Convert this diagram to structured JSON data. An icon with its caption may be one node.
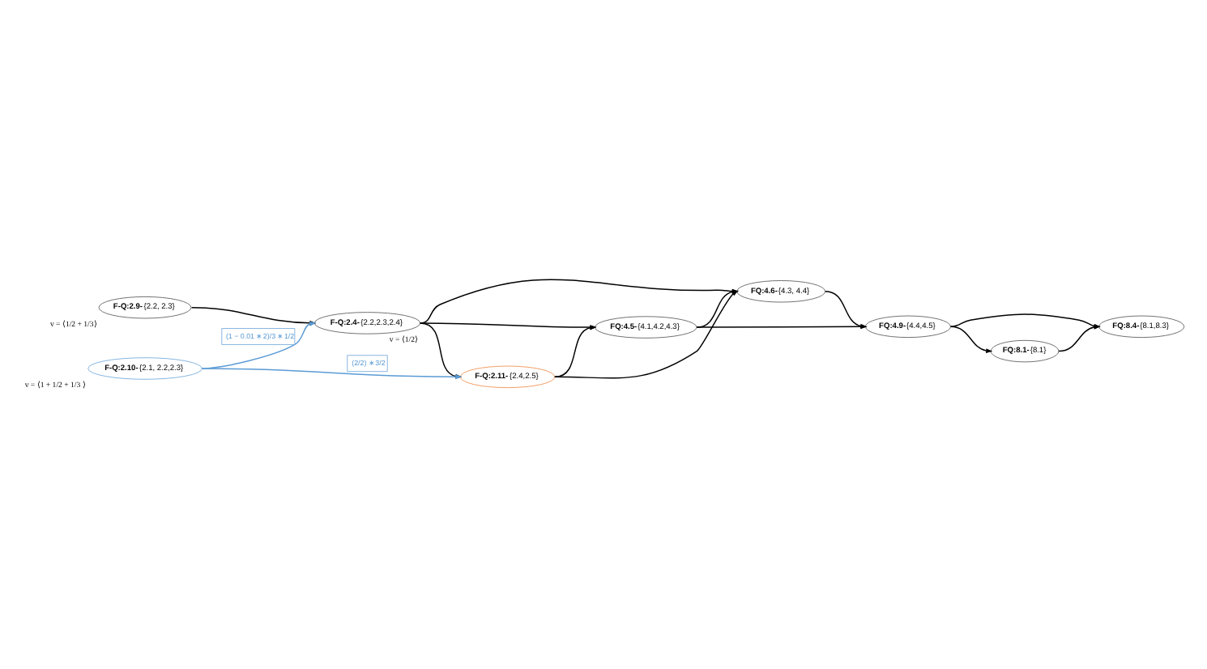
{
  "diagram": {
    "nodes": [
      {
        "text": [
          "**F-Q:2.4-**{2.2,2.3,2.4}"
        ],
        "beside": [
          "v = ⟨1/2⟩"
        ]
      },
      {
        "text": [
          "**FQ:4.5-**{4.1,4.2,4.3}"
        ]
      },
      {
        "text": [
          "**F-Q:2.9-**{2.2, 2.3}"
        ],
        "beside": [
          "v = ⟨1/2 + 1/3⟩"
        ]
      },
      {
        "text": [
          "**FQ:4.6-**{4.3, 4.4}"
        ]
      },
      {
        "text": [
          "**F-Q:2.10-**{2.1, 2.2,2.3}"
        ],
        "beside": [
          "v = ⟨1 + 1/2 + 1/3 ⟩"
        ]
      },
      {
        "text": [
          "**FQ:4.9-**{4.4,4.5}"
        ]
      },
      {
        "text": [
          "**FQ:8.1-**{8.1}"
        ]
      },
      {
        "text": [
          "**F-Q:2.11-**{2.4,2.5}"
        ]
      },
      {
        "text": [
          "**FQ:8.4-**{8.1,8.3}"
        ]
      }
    ],
    "edges": [
      {
        "from": 2,
        "to": 0,
        "arrow": "to"
      },
      {
        "from": 4,
        "to": 0,
        "arrow": "to",
        "label": "(1 − 0.01 ∗ 2)/3 ∗ 1/2",
        "color": "#5b9bd5"
      },
      {
        "from": 4,
        "to": 7,
        "arrow": "to",
        "label": "(2/2) ∗ 3/2",
        "color": "#5b9bd5"
      },
      {
        "from": 0,
        "to": 7,
        "arrow": "to"
      },
      {
        "from": 0,
        "to": 1,
        "arrow": "to"
      },
      {
        "from": 0,
        "to": 3,
        "arrow": "to"
      },
      {
        "from": 7,
        "to": 1,
        "arrow": "to"
      },
      {
        "from": 7,
        "to": 3,
        "arrow": "to"
      },
      {
        "from": 1,
        "to": 3,
        "arrow": "to"
      },
      {
        "from": 1,
        "to": 5,
        "arrow": "to"
      },
      {
        "from": 3,
        "to": 5,
        "arrow": "to"
      },
      {
        "from": 5,
        "to": 6,
        "arrow": "to"
      },
      {
        "from": 5,
        "to": 8,
        "arrow": "to"
      },
      {
        "from": 6,
        "to": 8,
        "arrow": "to"
      }
    ]
  }
}
